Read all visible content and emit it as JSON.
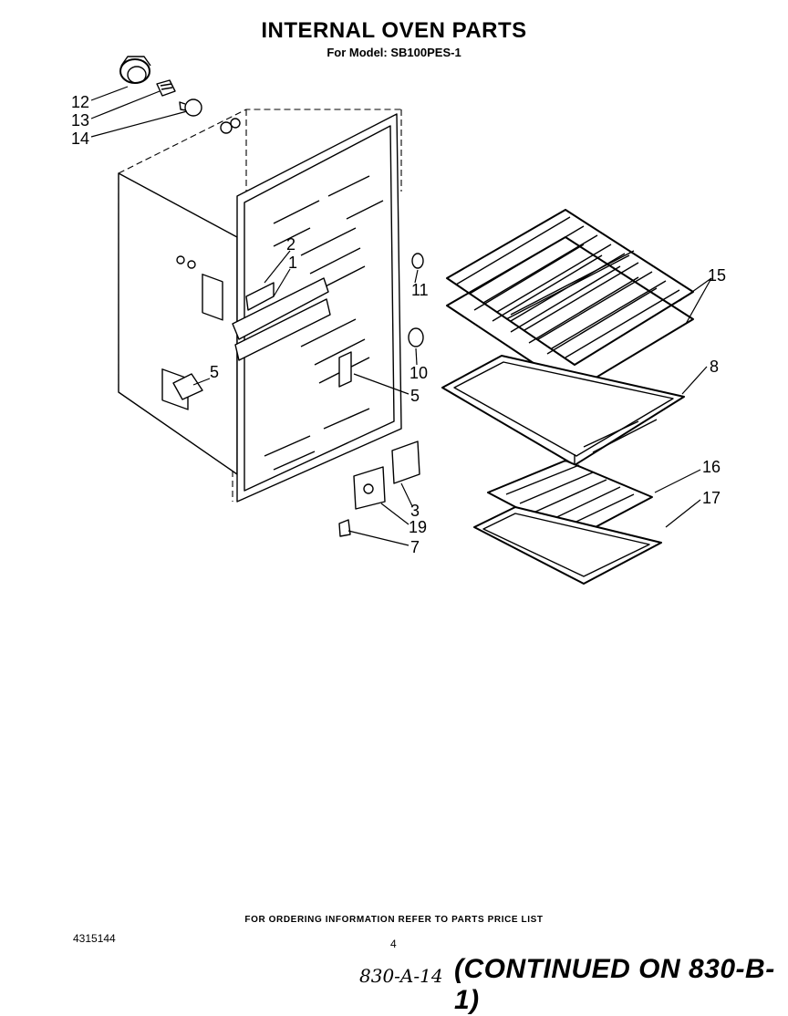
{
  "title": "INTERNAL OVEN PARTS",
  "subtitle": "For Model: SB100PES-1",
  "callouts": {
    "c12": "12",
    "c13": "13",
    "c14": "14",
    "c2": "2",
    "c1": "1",
    "c11": "11",
    "c10": "10",
    "c5a": "5",
    "c5b": "5",
    "c15": "15",
    "c8": "8",
    "c16": "16",
    "c17": "17",
    "c3": "3",
    "c19": "19",
    "c7": "7"
  },
  "footer": {
    "ordering": "FOR ORDERING INFORMATION REFER TO PARTS PRICE LIST",
    "doc_number": "4315144",
    "page_number": "4",
    "handwritten": "830-A-14",
    "continued": "(CONTINUED ON 830-B-1)"
  }
}
